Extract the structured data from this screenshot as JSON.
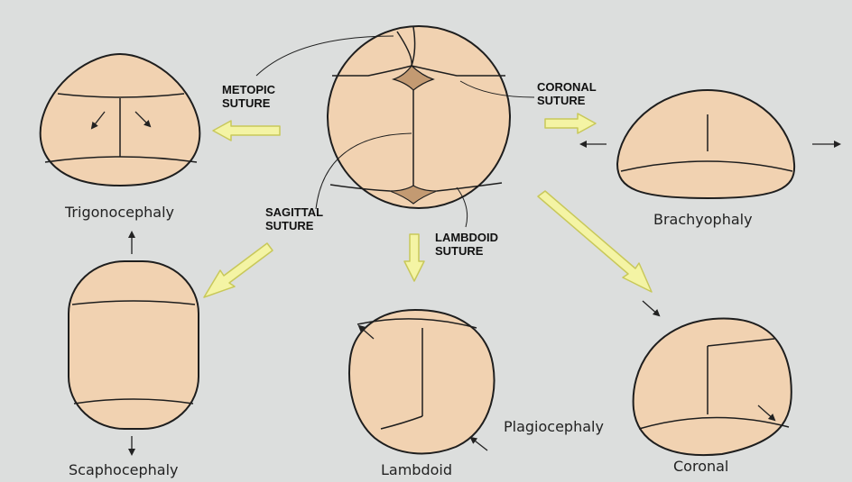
{
  "labels": {
    "metopic_line1": "METOPIC",
    "metopic_line2": "SUTURE",
    "coronal_line1": "CORONAL",
    "coronal_line2": "SUTURE",
    "sagittal_line1": "SAGITTAL",
    "sagittal_line2": "SUTURE",
    "lambdoid_line1": "LAMBDOID",
    "lambdoid_line2": "SUTURE",
    "trigonocephaly": "Trigonocephaly",
    "brachyophaly": "Brachyophaly",
    "scaphocephaly": "Scaphocephaly",
    "lambdoid": "Lambdoid",
    "plagiocephaly": "Plagiocephaly",
    "coronal": "Coronal"
  },
  "colors": {
    "background": "#dcdedd",
    "skull_fill": "#f1d2b1",
    "fontanelle": "#c39a72",
    "outline": "#1e1e1e",
    "arrow_fill": "#f4f4a4",
    "arrow_stroke": "#c8c85a"
  }
}
